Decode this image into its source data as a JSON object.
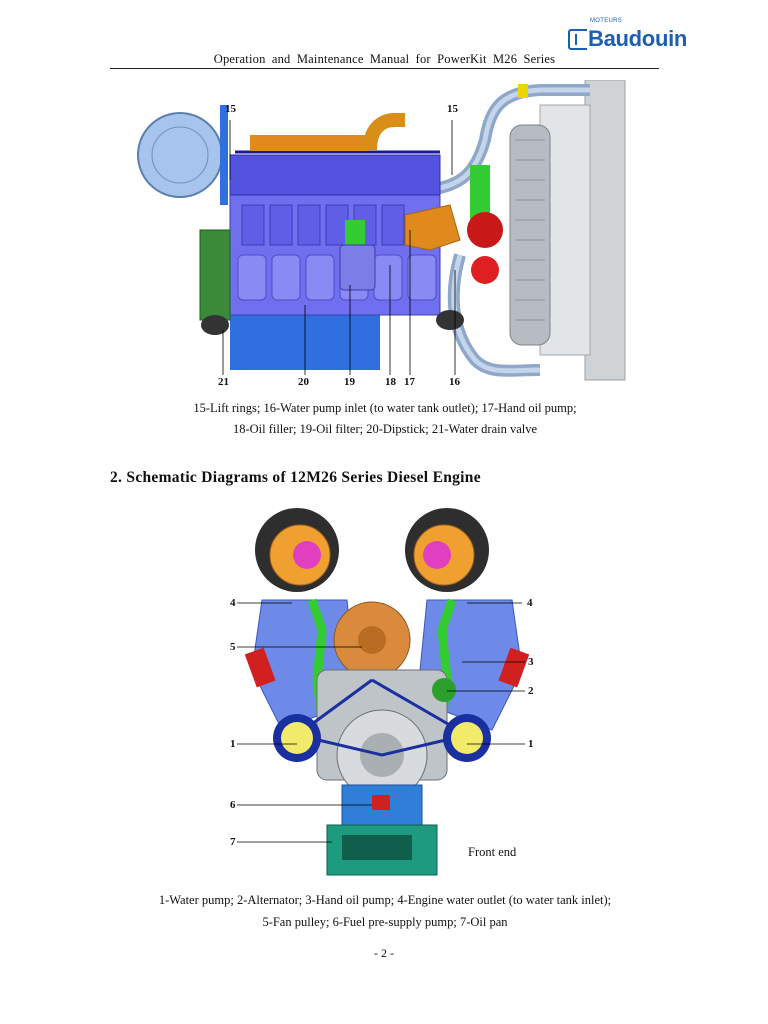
{
  "header": {
    "brand_small": "MOTEURS",
    "brand": "Baudouin",
    "title": "Operation and Maintenance Manual for PowerKit M26 Series"
  },
  "figure1": {
    "callouts": [
      "15",
      "15",
      "21",
      "20",
      "19",
      "18",
      "17",
      "16"
    ],
    "caption_line1": "15-Lift rings; 16-Water pump inlet (to water tank outlet); 17-Hand oil pump;",
    "caption_line2": "18-Oil filler; 19-Oil filter; 20-Dipstick; 21-Water drain valve"
  },
  "section": {
    "heading": "2. Schematic Diagrams of 12M26 Series Diesel Engine"
  },
  "figure2": {
    "callouts": [
      "4",
      "4",
      "5",
      "3",
      "2",
      "1",
      "1",
      "6",
      "7"
    ],
    "front_label": "Front end",
    "caption_line1": "1-Water pump; 2-Alternator; 3-Hand oil pump; 4-Engine water outlet (to water tank inlet);",
    "caption_line2": "5-Fan pulley; 6-Fuel pre-supply pump; 7-Oil pan"
  },
  "page_number": "- 2 -",
  "colors": {
    "brand_blue": "#1b5fb0",
    "engine_blue": "#6f6ff0",
    "crankcase_blue": "#2f6fe0",
    "accent_orange": "#e08a1e",
    "pipe_green": "#33cc33",
    "radiator_gray": "#cfd3d6"
  }
}
